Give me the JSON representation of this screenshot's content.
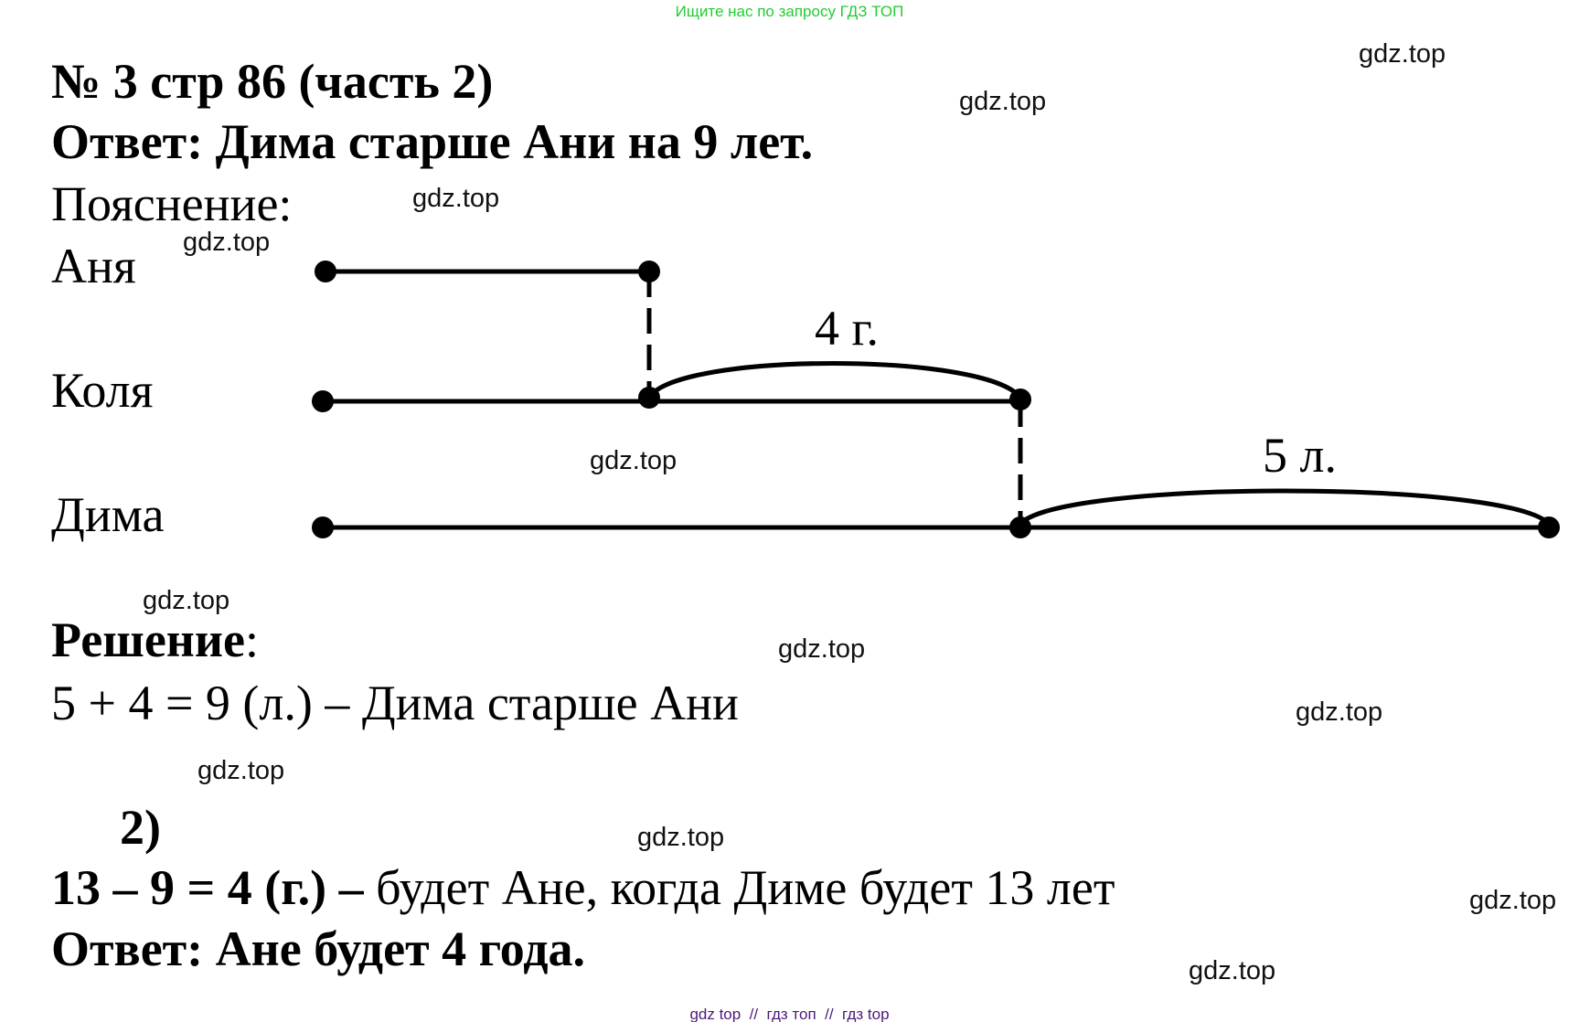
{
  "header_ad": "Ищите нас по запросу ГДЗ ТОП",
  "footer_ad": "gdz top  //  гдз топ  //  гдз top",
  "title": "№ 3 стр 86 (часть 2)",
  "answer1": "Ответ: Дима старше Ани на 9 лет.",
  "explanation_label": "Пояснение:",
  "diagram": {
    "rows": [
      "Аня",
      "Коля",
      "Дима"
    ],
    "arc1_label": "4 г.",
    "arc2_label": "5 л."
  },
  "solution_label": "Решение",
  "solution_colon": ":",
  "step1": "5 + 4 = 9 (л.) – Дима старше Ани",
  "step2_number": "2)",
  "step2_bold": "13 – 9 = 4 (г.) –",
  "step2_text": " будет Ане, когда Диме будет 13 лет",
  "answer2": "Ответ: Ане будет 4 года.",
  "watermark": "gdz.top"
}
